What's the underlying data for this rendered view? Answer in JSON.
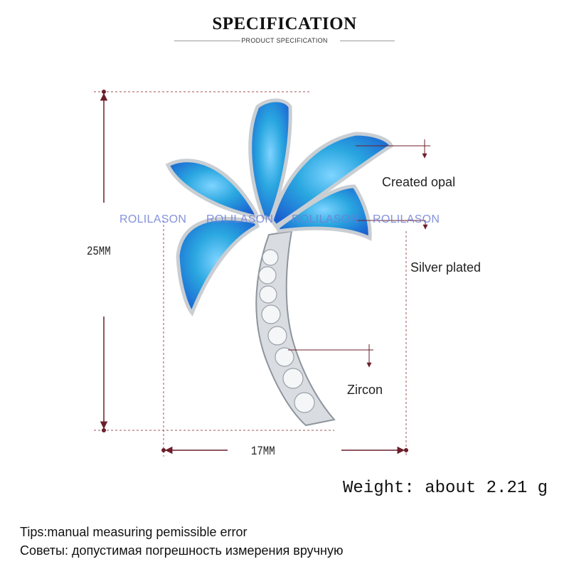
{
  "header": {
    "title": "SPECIFICATION",
    "subtitle": "PRODUCT SPECIFICATION"
  },
  "dimensions": {
    "height": "25MM",
    "width": "17MM"
  },
  "callouts": {
    "opal": "Created opal",
    "silver": "Silver plated",
    "zircon": "Zircon"
  },
  "watermark": [
    "ROLILASON",
    "ROLILASON",
    "ROLILASON",
    "ROLILASON"
  ],
  "weight": "Weight: about 2.21 g",
  "tips": {
    "en": "Tips:manual measuring pemissible error",
    "ru": "Советы: допустимая погрешность измерения вручную"
  },
  "colors": {
    "dimension_line": "#6b1f2a",
    "guide_line": "#a0505a",
    "opal": "#2aa7e0",
    "silver": "#d9dde2",
    "watermark": "#6f7fd6"
  }
}
